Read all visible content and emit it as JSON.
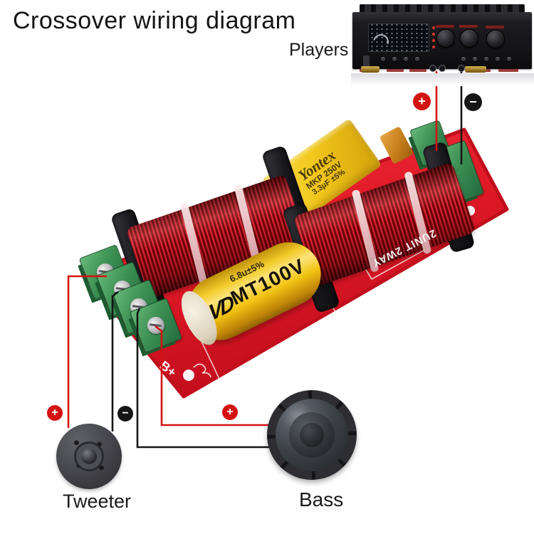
{
  "title": "Crossover wiring diagram",
  "amplifier": {
    "label": "Players"
  },
  "speakers": {
    "tweeter_label": "Tweeter",
    "bass_label": "Bass"
  },
  "board": {
    "silkscreen_b_plus": "B+",
    "silkscreen_model": "2UNIT 2WAY",
    "capacitors": {
      "film_box": {
        "brand": "Yontex",
        "spec": "MKP 250V",
        "value": "3.3μF ±5%"
      },
      "cylinder": {
        "logo": "VD",
        "value": "6.8u±5%",
        "model": "MT100V"
      }
    }
  },
  "markers": {
    "plus": "+",
    "minus": "−"
  },
  "colors": {
    "wire_red": "#d41212",
    "wire_black": "#161616",
    "board_red": "#e31b28",
    "terminal_green": "#3d9154",
    "capacitor_yellow": "#f2c71c",
    "coil_red": "#b50d18"
  }
}
